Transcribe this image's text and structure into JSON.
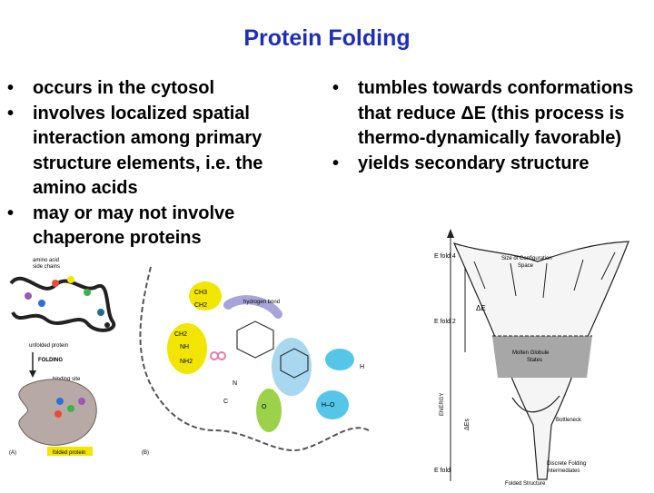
{
  "slide": {
    "title": "Protein Folding",
    "left_bullets": [
      "occurs in the cytosol",
      "involves localized spatial interaction among primary structure elements, i.e. the amino acids",
      "may or may not involve chaperone proteins"
    ],
    "right_bullets": [
      "tumbles towards conformations that reduce ΔE (this process is thermo-dynamically favorable)",
      "yields secondary structure"
    ]
  },
  "left_figure": {
    "amino_side_chains": "amino acid",
    "amino_side_chains_2": "side chains",
    "unfolded": "unfolded protein",
    "folding": "FOLDING",
    "binding_site": "binding site",
    "folded": "folded protein",
    "panel_a": "(A)",
    "panel_b": "(B)",
    "hydrogen_bond": "hydrogen bond",
    "ch3": "CH3",
    "ch2": "CH2",
    "nh": "NH",
    "nh2": "NH2",
    "h": "H",
    "o": "O",
    "c": "C",
    "n": "N",
    "ho": "H–O"
  },
  "right_figure": {
    "e_fold_4": "E fold 4",
    "e_fold_2": "E fold 2",
    "e_fold": "E fold",
    "size_config": "Size of Configuration",
    "space": "Space",
    "delta_e": "ΔE",
    "energy": "ENERGY",
    "delta_es": "ΔEs",
    "molten": "Molten Globule",
    "states": "States",
    "bottleneck": "Bottleneck",
    "discrete": "Discrete Folding",
    "intermediates": "Intermediates",
    "folded_structure": "Folded Structure"
  },
  "colors": {
    "title": "#1f2fb5",
    "yellow": "#f2e600",
    "green": "#9bd24a",
    "cyan": "#56c6e8",
    "purple": "#a8a4d8",
    "pink": "#e87aa8",
    "gray_protein": "#b7aaa6"
  }
}
